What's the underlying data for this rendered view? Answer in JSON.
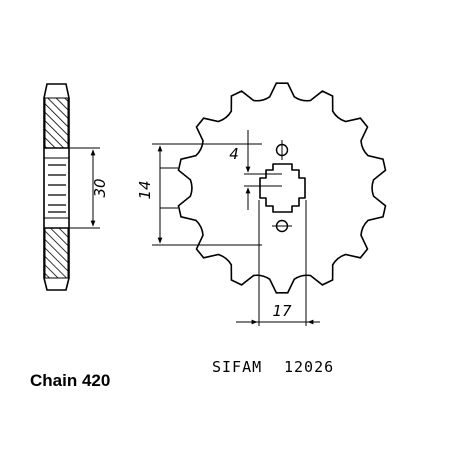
{
  "dimensions": {
    "hub_thickness": "30",
    "keyway_width": "4",
    "bore_width": "14",
    "spline_diameter": "17"
  },
  "part": {
    "brand": "SIFAM",
    "number": "12026"
  },
  "chain": {
    "label": "Chain 420"
  },
  "colors": {
    "ink": "#000000",
    "background": "#ffffff"
  }
}
